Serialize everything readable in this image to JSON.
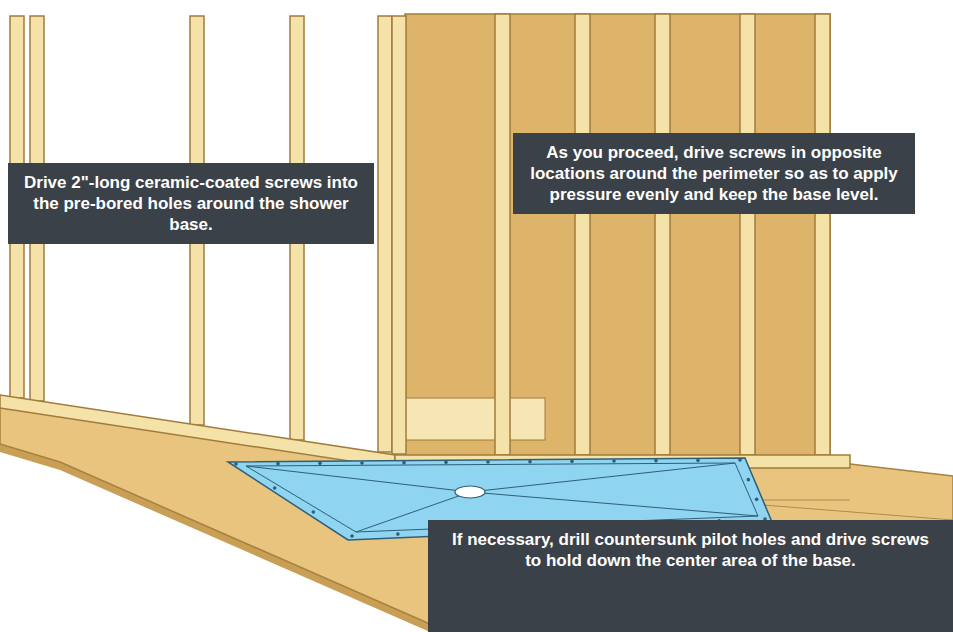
{
  "diagram": {
    "nodes": [
      {
        "text": [
          "As you proceed, drive screws in opposite locations around the perimeter so as to apply pressure evenly and keep the base level."
        ]
      },
      {
        "text": [
          "Drive 2\"-long ceramic-coated screws into the pre-bored holes around the shower base."
        ]
      },
      {
        "text": [
          "If necessary, drill countersunk pilot holes and drive screws to hold down the center area of the base."
        ]
      }
    ]
  }
}
